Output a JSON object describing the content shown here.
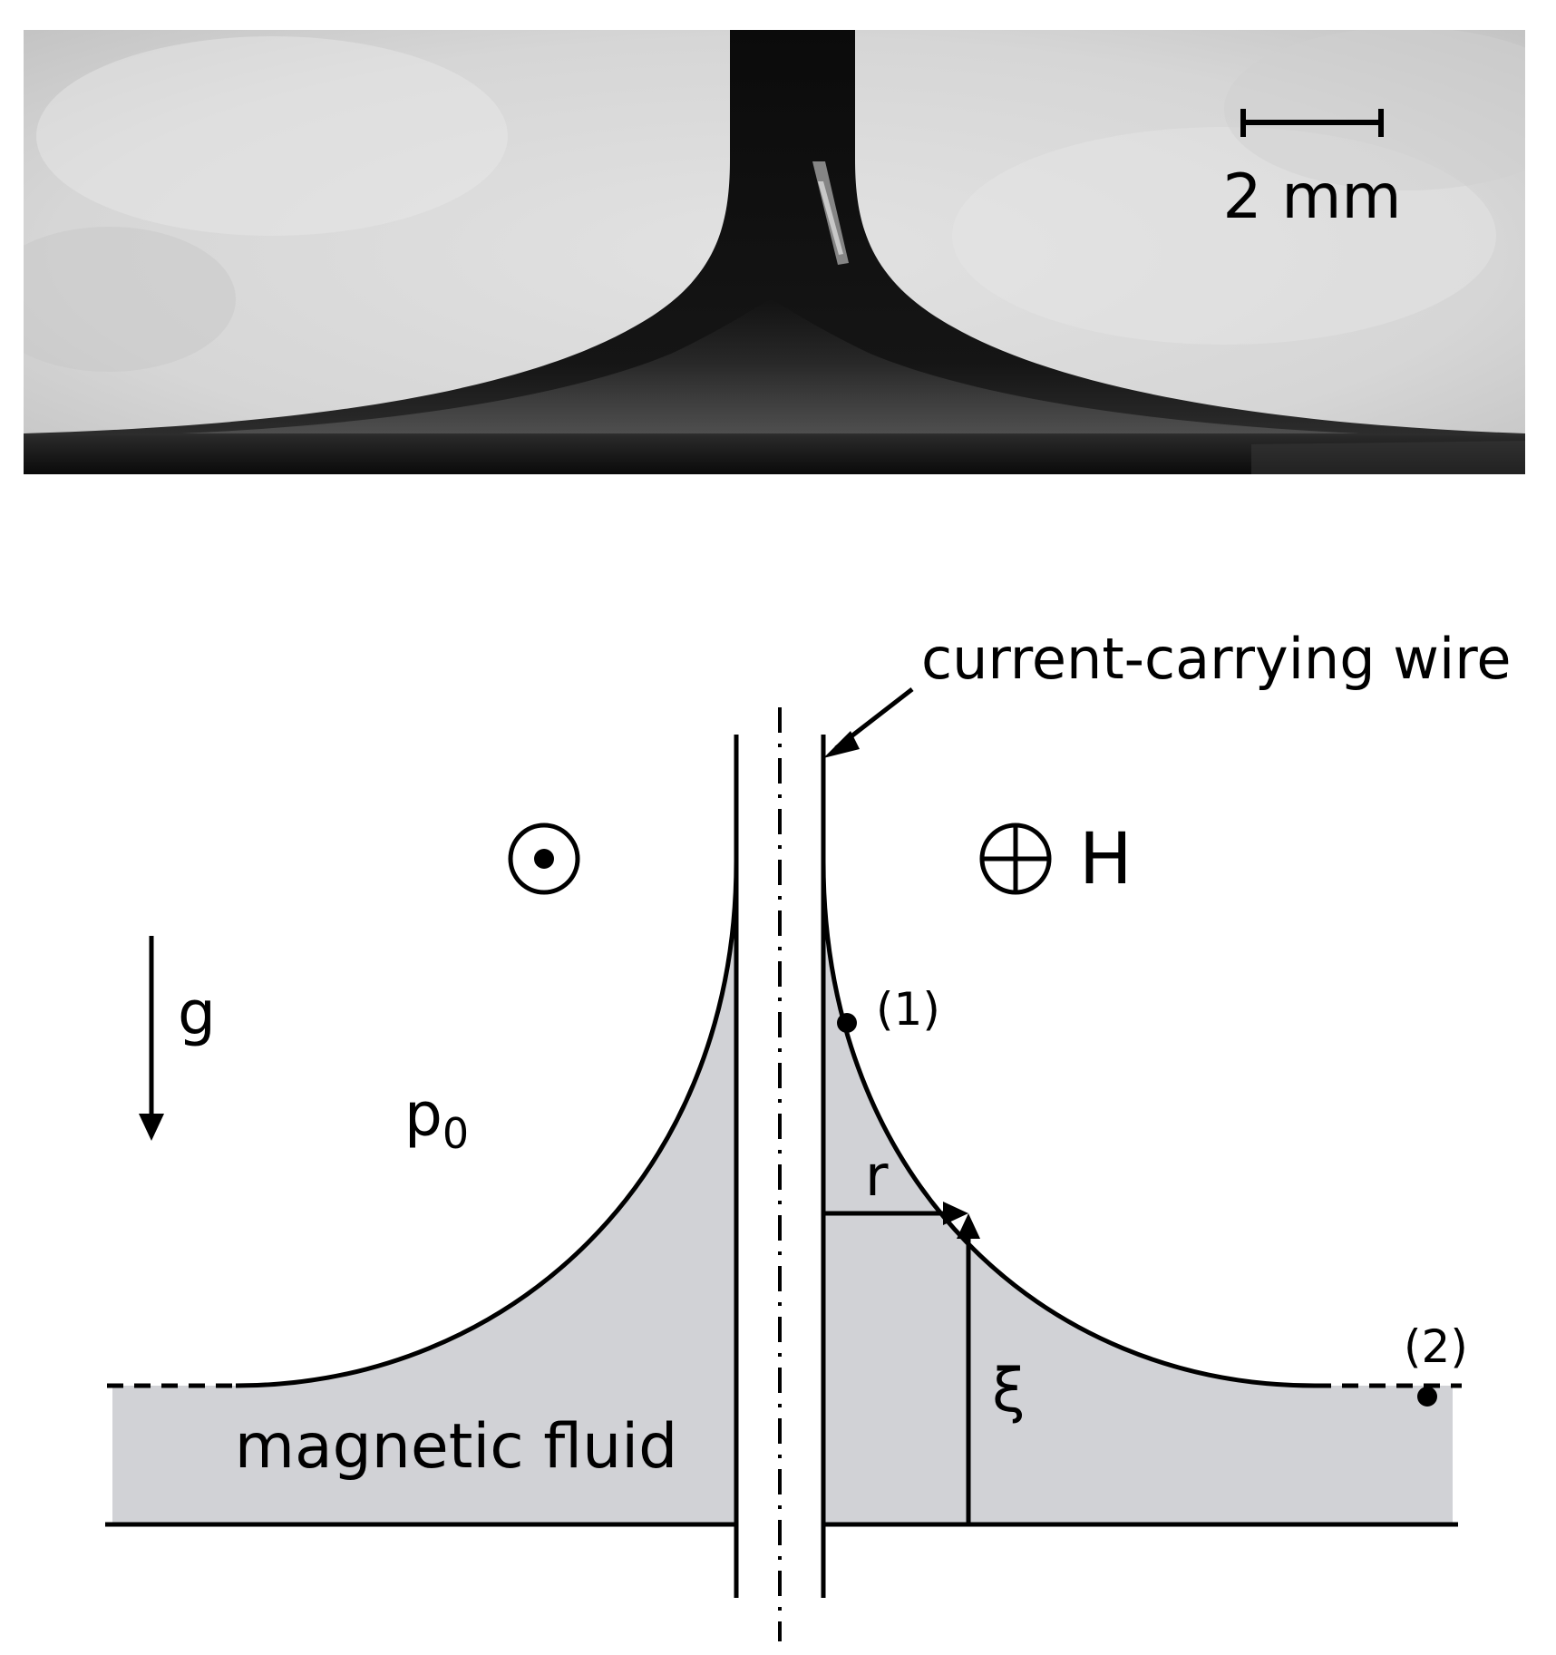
{
  "photo": {
    "scale_bar_label": "2 mm"
  },
  "schematic": {
    "wire_label": "current-carrying wire",
    "field_label": "H",
    "gravity_label": "g",
    "pressure_label": "p",
    "pressure_subscript": "0",
    "radius_label": "r",
    "height_label": "ξ",
    "fluid_label": "magnetic fluid",
    "point1_label": "(1)",
    "point2_label": "(2)"
  },
  "colors": {
    "fluid_fill": "#d1d2d6",
    "ink": "#000000",
    "photo_background": "#d9d9d9",
    "photo_fluid": "#111111"
  }
}
